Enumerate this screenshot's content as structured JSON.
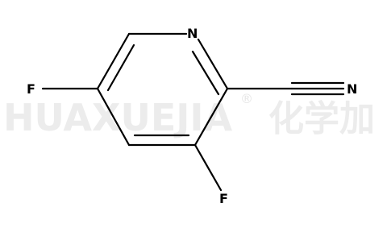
{
  "watermark": {
    "latin": "HUAXUEJIA",
    "registered": "®",
    "chinese": "化学加"
  },
  "atoms": {
    "ring_nitrogen": "N",
    "nitrile_nitrogen": "N",
    "fluorine_5": "F",
    "fluorine_3": "F"
  }
}
